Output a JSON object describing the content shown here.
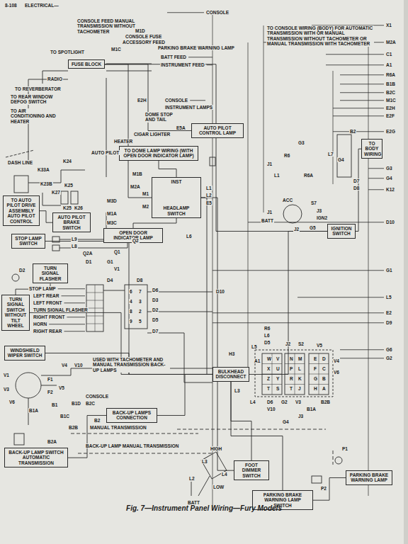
{
  "diagram": {
    "caption": "Fig. 7—Instrument Panel Wiring—Fury Models",
    "nodes": [
      {
        "text": [
          "FUSE BLOCK"
        ]
      },
      {
        "text": [
          "AUTO PILOT CONTROL LAMP"
        ]
      },
      {
        "text": [
          "TO DOME LAMP WIRING (WITH OPEN DOOR INDICATOR LAMP)"
        ]
      },
      {
        "text": [
          "OPEN DOOR INDICATOR LAMP"
        ]
      },
      {
        "text": [
          "INST",
          "HEADLAMP SWITCH"
        ]
      },
      {
        "text": [
          "IGNITION SWITCH"
        ]
      },
      {
        "text": [
          "TO BODY WIRING"
        ]
      },
      {
        "text": [
          "TO AUTO PILOT DRIVE ASSEMBLY",
          "AUTO PILOT CONTROL"
        ]
      },
      {
        "text": [
          "AUTO PILOT BRAKE SWITCH"
        ]
      },
      {
        "text": [
          "STOP LAMP SWITCH"
        ]
      },
      {
        "text": [
          "TURN SIGNAL FLASHER"
        ]
      },
      {
        "text": [
          "TURN SIGNAL SWITCH WITHOUT TILT WHEEL"
        ]
      },
      {
        "text": [
          "WINDSHIELD WIPER SWITCH"
        ]
      },
      {
        "text": [
          "BULKHEAD DISCONNECT"
        ]
      },
      {
        "text": [
          "BACK-UP LAMP SWITCH AUTOMATIC TRANSMISSION"
        ]
      },
      {
        "text": [
          "BACK-UP LAMPS CONNECTION"
        ]
      },
      {
        "text": [
          "FOOT DIMMER SWITCH"
        ]
      },
      {
        "text": [
          "PARKING BRAKE WARNING LAMP SWITCH"
        ]
      },
      {
        "text": [
          "PARKING BRAKE WARNING LAMP"
        ]
      }
    ],
    "edges": [
      {
        "from": 0,
        "to": 4,
        "arrow": "none"
      },
      {
        "from": 0,
        "to": 1,
        "arrow": "none"
      },
      {
        "from": 0,
        "to": 5,
        "arrow": "none"
      },
      {
        "from": 2,
        "to": 4,
        "arrow": "none"
      },
      {
        "from": 4,
        "to": 3,
        "arrow": "none"
      },
      {
        "from": 4,
        "to": 13,
        "arrow": "none"
      },
      {
        "from": 4,
        "to": 16,
        "arrow": "none"
      },
      {
        "from": 5,
        "to": 13,
        "arrow": "none"
      },
      {
        "from": 5,
        "to": 6,
        "arrow": "none"
      },
      {
        "from": 7,
        "to": 8,
        "arrow": "none"
      },
      {
        "from": 9,
        "to": 13,
        "arrow": "none"
      },
      {
        "from": 10,
        "to": 11,
        "arrow": "none"
      },
      {
        "from": 11,
        "to": 13,
        "arrow": "none"
      },
      {
        "from": 12,
        "to": 13,
        "arrow": "none"
      },
      {
        "from": 13,
        "to": 17,
        "arrow": "none"
      },
      {
        "from": 17,
        "to": 18,
        "arrow": "none"
      },
      {
        "from": 14,
        "to": 15,
        "arrow": "none"
      },
      {
        "from": 15,
        "to": 13,
        "arrow": "none"
      },
      {
        "from": 16,
        "to": 13,
        "arrow": "none"
      }
    ],
    "labels": [
      "8-108",
      "ELECTRICAL—",
      "CONSOLE FEED MANUAL TRANSMISSION WITHOUT TACHOMETER",
      "CONSOLE",
      "M1D",
      "CONSOLE FUSE",
      "ACCESSORY FEED",
      "PARKING BRAKE WARNING LAMP",
      "M1C",
      "TO SPOTLIGHT",
      "BATT FEED",
      "INSTRUMENT FEED",
      "RADIO",
      "TO REVERBERATOR",
      "TO REAR WINDOW DEFOG SWITCH",
      "TO AIR CONDITIONING AND HEATER",
      "E2H",
      "CONSOLE",
      "INSTRUMENT LAMPS",
      "DOME STOP AND TAIL",
      "E5A",
      "CIGAR LIGHTER",
      "HEATER",
      "AUTO PILOT",
      "DASH LINE",
      "K33A",
      "K24",
      "K23B",
      "K27",
      "K25",
      "K25",
      "K26",
      "M1B",
      "M2A",
      "M1",
      "M3D",
      "M2",
      "M1A",
      "M3C",
      "L1",
      "L2",
      "E5",
      "L6",
      "J1",
      "R6",
      "G3",
      "L1",
      "R6A",
      "L7",
      "B2",
      "G4",
      "D7",
      "D8",
      "ACC",
      "S7",
      "J3",
      "IGN2",
      "G5",
      "J2",
      "J1",
      "BATT",
      "L9",
      "L8",
      "Q2A",
      "Q2",
      "Q1",
      "D1",
      "G1",
      "V1",
      "D2",
      "D4",
      "D8",
      "STOP LAMP",
      "LEFT REAR",
      "LEFT FRONT",
      "TURN SIGNAL FLASHER",
      "RIGHT FRONT",
      "HORN",
      "RIGHT REAR",
      "6",
      "7",
      "4",
      "3",
      "8",
      "2",
      "9",
      "5",
      "D6",
      "D3",
      "D2",
      "D5",
      "D7",
      "D10",
      "V1",
      "V3",
      "V6",
      "V4",
      "V10",
      "F1",
      "F2",
      "V5",
      "B1",
      "B1A",
      "B1D",
      "B1C",
      "USED WITH TACHOMETER AND MANUAL TRANSMISSION BACK-UP LAMPS",
      "CONSOLE",
      "B2C",
      "B2",
      "B2B",
      "MANUAL TRANSMISSION",
      "B2A",
      "BACK-UP LAMP MANUAL TRANSMISSION",
      "R6",
      "L6",
      "D5",
      "J2",
      "S2",
      "V5",
      "L5",
      "H3",
      "A1",
      "L3",
      "L4",
      "D6",
      "G2",
      "V3",
      "V10",
      "B1A",
      "B2B",
      "J3",
      "G4",
      "V4",
      "V6",
      "W",
      "V",
      "X",
      "U",
      "Z",
      "Y",
      "T",
      "S",
      "N",
      "M",
      "P",
      "L",
      "R",
      "K",
      "T",
      "J",
      "E",
      "D",
      "F",
      "C",
      "G",
      "B",
      "H",
      "A",
      "HIGH",
      "LOW",
      "L2",
      "L3",
      "L4",
      "BATT",
      "P1",
      "P2",
      "X1",
      "M2A",
      "C1",
      "A1",
      "R6A",
      "B1B",
      "B2C",
      "M1C",
      "E2H",
      "E2F",
      "E2G",
      "G3",
      "G4",
      "K12",
      "D10",
      "G1",
      "L5",
      "E2",
      "D9",
      "G6",
      "G2",
      "TO CONSOLE WIRING (BODY) FOR AUTOMATIC TRANSMISSION WITH OR MANUAL TRANSMISSION WITHOUT TACHOMETER OR MANUAL TRANSMISSION WITH TACHOMETER"
    ]
  }
}
